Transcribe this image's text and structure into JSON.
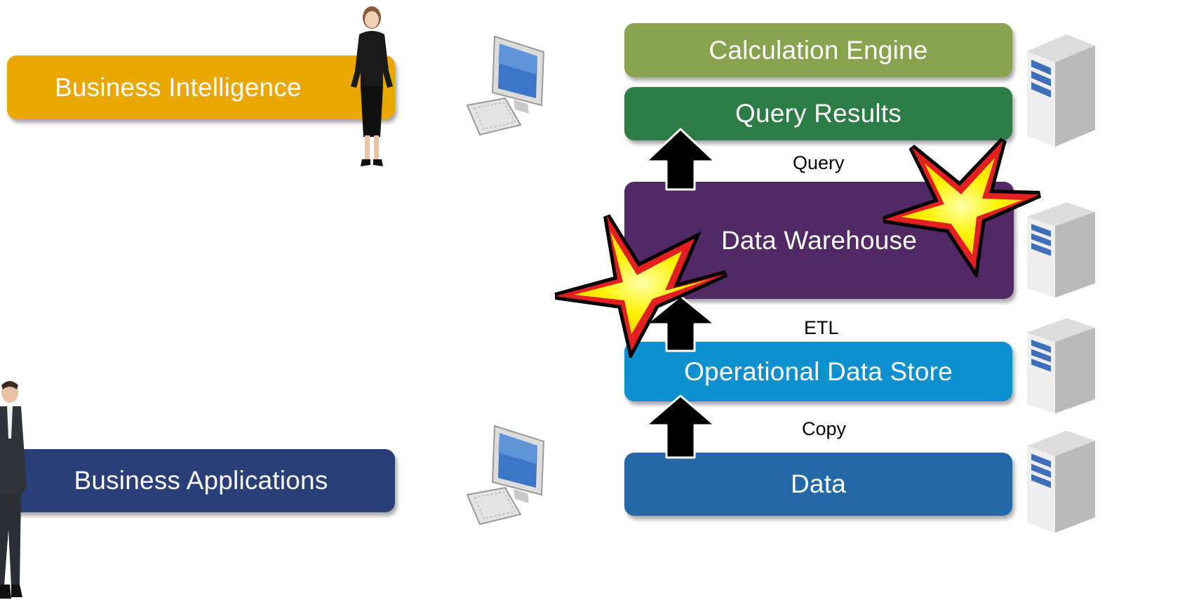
{
  "users": {
    "business_intelligence": "Business Intelligence",
    "business_applications": "Business Applications"
  },
  "stack": {
    "calculation_engine": "Calculation Engine",
    "query_results": "Query Results",
    "data_warehouse": "Data Warehouse",
    "operational_data_store": "Operational Data Store",
    "data": "Data"
  },
  "flows": {
    "query": "Query",
    "etl": "ETL",
    "copy": "Copy"
  },
  "colors": {
    "business_intelligence": "#eaa700",
    "business_applications": "#2a3f77",
    "calculation_engine": "#87a34d",
    "query_results": "#2c7c46",
    "data_warehouse": "#512964",
    "operational_data_store": "#0c90d0",
    "data": "#2369a8"
  },
  "icons": [
    "businesswoman-figure",
    "businessman-figure",
    "desktop-computer-icon",
    "server-icon",
    "explosion-star-icon",
    "up-arrow-icon"
  ]
}
